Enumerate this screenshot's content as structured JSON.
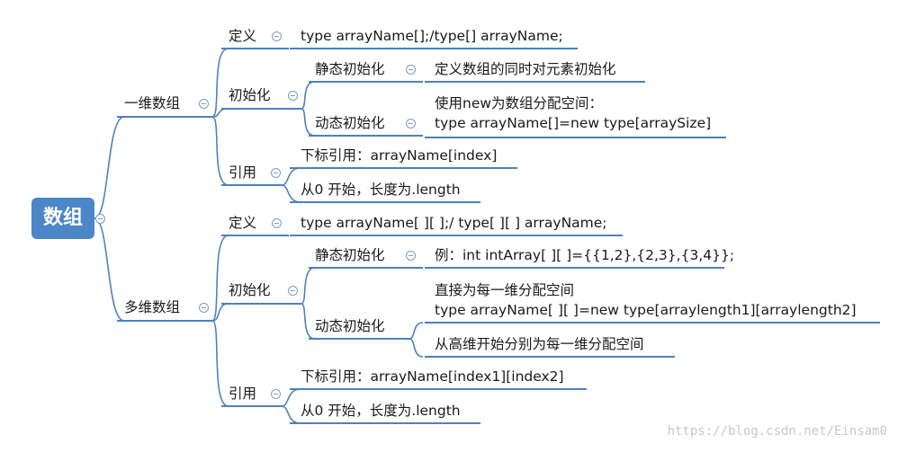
{
  "diagram": {
    "root": "数组",
    "one_dim": {
      "label": "一维数组",
      "definition": {
        "label": "定义",
        "text": "type arrayName[];/type[] arrayName;"
      },
      "init": {
        "label": "初始化",
        "static": {
          "label": "静态初始化",
          "text": "定义数组的同时对元素初始化"
        },
        "dynamic": {
          "label": "动态初始化",
          "line1": "使用new为数组分配空间：",
          "line2": "type arrayName[]=new type[arraySize]"
        }
      },
      "reference": {
        "label": "引用",
        "item1": "下标引用：arrayName[index]",
        "item2": "从0 开始，长度为.length"
      }
    },
    "multi_dim": {
      "label": "多维数组",
      "definition": {
        "label": "定义",
        "text": "type arrayName[ ][ ];/ type[ ][ ] arrayName;"
      },
      "init": {
        "label": "初始化",
        "static": {
          "label": "静态初始化",
          "text": "例：int  intArray[ ][ ]={{1,2},{2,3},{3,4}};"
        },
        "dynamic": {
          "label": "动态初始化",
          "line1": "直接为每一维分配空间",
          "line2": "type  arrayName[ ][ ]=new type[arraylength1][arraylength2]",
          "item2": "从高维开始分别为每一维分配空间"
        }
      },
      "reference": {
        "label": "引用",
        "item1": "下标引用：arrayName[index1][index2]",
        "item2": "从0 开始，长度为.length"
      }
    }
  },
  "watermark": "https://blog.csdn.net/Einsam0",
  "colors": {
    "line": "#4f81bd",
    "root_fill": "#4a86c8",
    "root_text": "#ffffff"
  }
}
